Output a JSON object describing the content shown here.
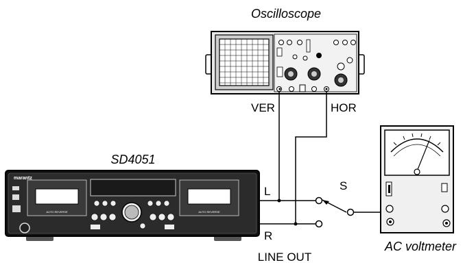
{
  "labels": {
    "oscilloscope": "Oscilloscope",
    "ver": "VER",
    "hor": "HOR",
    "device": "SD4051",
    "l": "L",
    "s": "S",
    "r": "R",
    "line_out": "LINE OUT",
    "ac_voltmeter": "AC voltmeter"
  },
  "device_text": {
    "brand": "marantz",
    "deck_a": "AUTO REVERSE",
    "deck_b": "AUTO REVERSE"
  },
  "colors": {
    "line": "#000000",
    "panel": "#dddddd",
    "screen": "#ffffff"
  }
}
